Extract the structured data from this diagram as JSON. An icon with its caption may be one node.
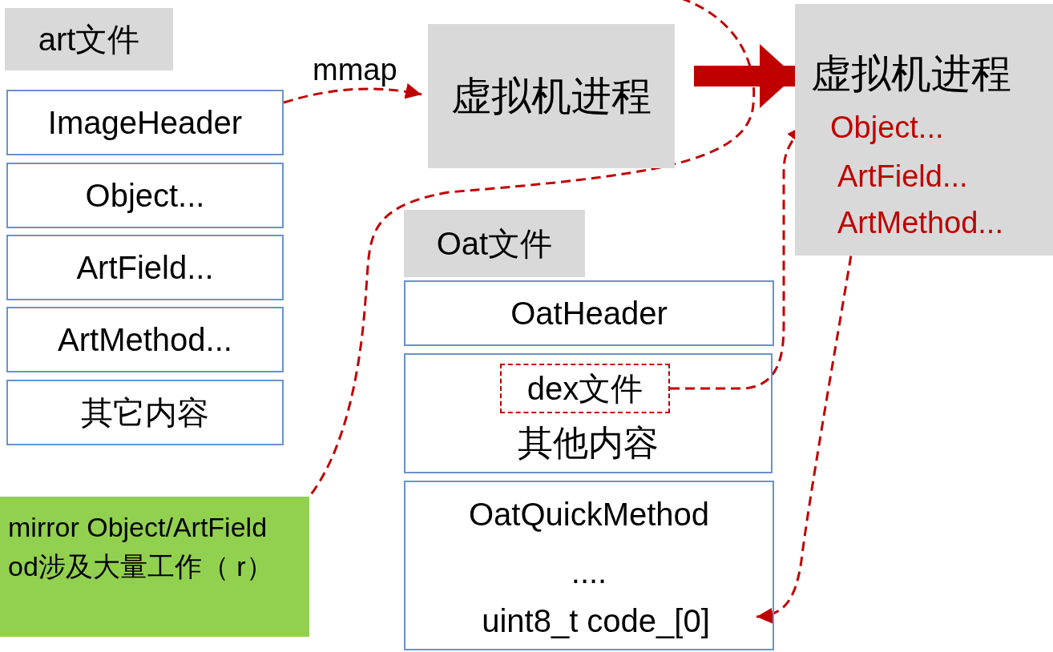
{
  "diagram": {
    "nodes": [
      {
        "text": [
          "art文件"
        ]
      },
      {
        "text": [
          "ImageHeader"
        ]
      },
      {
        "text": [
          "Object..."
        ]
      },
      {
        "text": [
          "ArtField..."
        ]
      },
      {
        "text": [
          "ArtMethod..."
        ]
      },
      {
        "text": [
          "其它内容"
        ]
      },
      {
        "text": [
          "虚拟机进程"
        ]
      },
      {
        "text": [
          "虚拟机进程"
        ]
      },
      {
        "text": [
          "Object..."
        ],
        "in": 7
      },
      {
        "text": [
          "ArtField..."
        ],
        "in": 7
      },
      {
        "text": [
          "ArtMethod..."
        ],
        "in": 7
      },
      {
        "text": [
          "Oat文件"
        ]
      },
      {
        "text": [
          "OatHeader"
        ]
      },
      {
        "text": [
          "其他内容"
        ]
      },
      {
        "text": [
          "dex文件"
        ],
        "in": 13
      },
      {
        "text": [
          "OatQuickMethod",
          "...."
        ]
      },
      {
        "text": [
          "uint8_t code_[0]"
        ],
        "in": 15
      },
      {
        "text": [
          "mirror Object/ArtField od涉及大量工作（ r）"
        ]
      }
    ],
    "edges": [
      {
        "from": 1,
        "to": 6,
        "arrow": "to",
        "label": "mmap",
        "style": "dashed"
      },
      {
        "from": 6,
        "to": 7,
        "arrow": "to",
        "style": "thick"
      },
      {
        "from": null,
        "to": 17,
        "arrow": "none",
        "style": "dashed"
      },
      {
        "from": 14,
        "to": 8,
        "arrow": "to",
        "style": "dashed"
      },
      {
        "from": 10,
        "to": 16,
        "arrow": "to",
        "style": "dashed"
      }
    ]
  }
}
